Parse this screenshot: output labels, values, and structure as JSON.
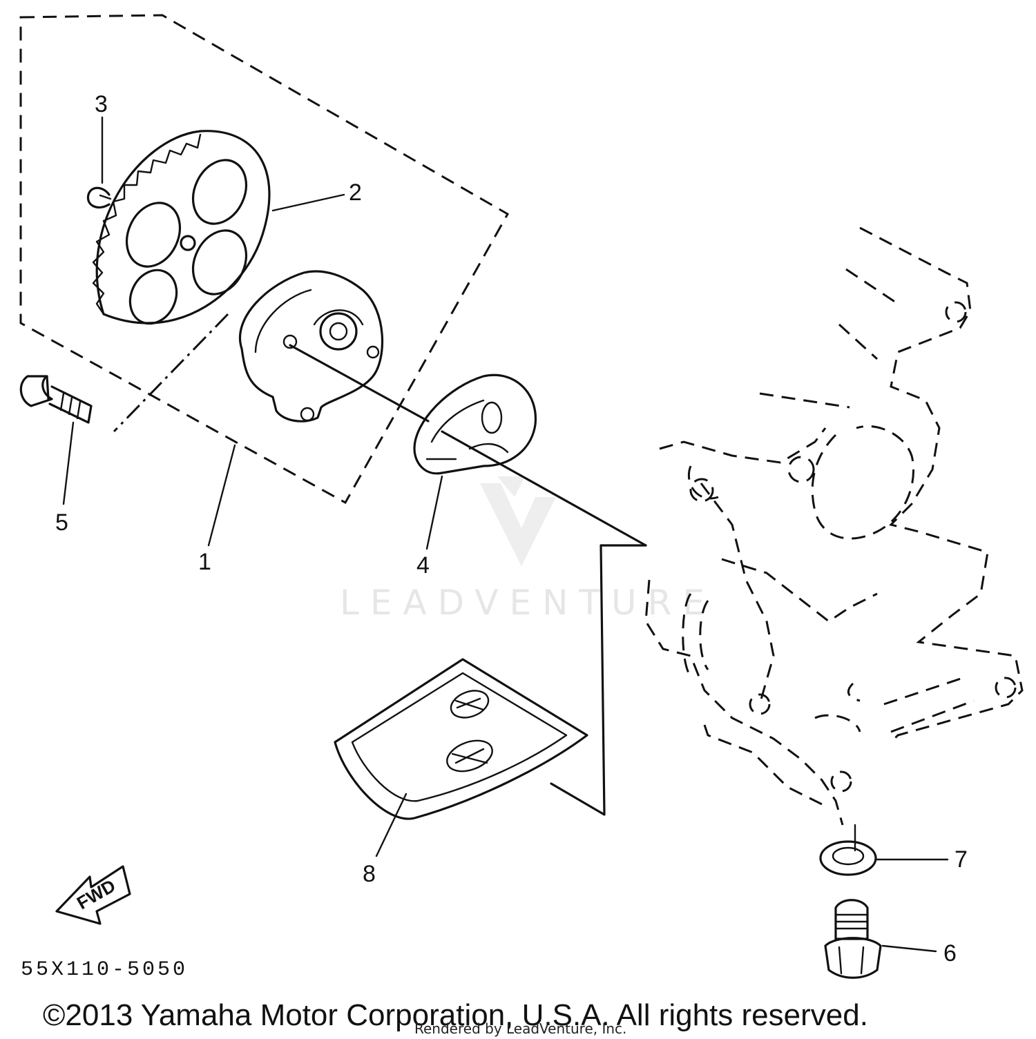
{
  "diagram": {
    "callouts": [
      {
        "id": "1",
        "label": "1"
      },
      {
        "id": "2",
        "label": "2"
      },
      {
        "id": "3",
        "label": "3"
      },
      {
        "id": "4",
        "label": "4"
      },
      {
        "id": "5",
        "label": "5"
      },
      {
        "id": "6",
        "label": "6"
      },
      {
        "id": "7",
        "label": "7"
      },
      {
        "id": "8",
        "label": "8"
      }
    ],
    "direction_label": "FWD",
    "part_code": "55X110-5050",
    "copyright": "©2013 Yamaha Motor Corporation, U.S.A. All rights reserved.",
    "rendered_by": "Rendered by LeadVenture, Inc.",
    "watermark": "LEADVENTURE"
  }
}
